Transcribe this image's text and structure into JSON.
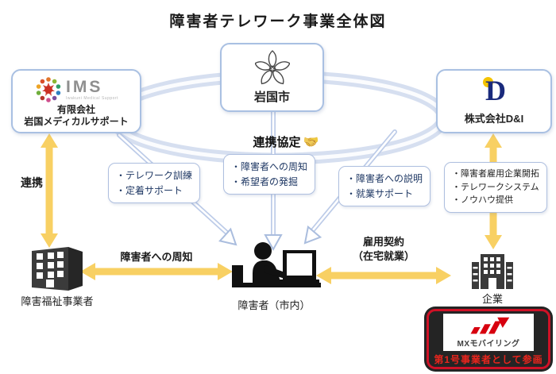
{
  "page": {
    "title": "障害者テレワーク事業全体図"
  },
  "partners": {
    "city": {
      "name": "岩国市"
    },
    "ims": {
      "logo": "IMS",
      "logo_caption": "Iwakuni Medical Support",
      "line1": "有限会社",
      "line2": "岩国メディカルサポート"
    },
    "di": {
      "logo_letter": "D",
      "name": "株式会社D&I"
    }
  },
  "center": {
    "partnership_label": "連携協定",
    "handshake_icon": "🤝"
  },
  "task_boxes": {
    "ims": [
      "・テレワーク訓練",
      "・定着サポート"
    ],
    "city": [
      "・障害者への周知",
      "・希望者の発掘"
    ],
    "di": [
      "・障害者への説明",
      "・就業サポート"
    ],
    "company": [
      "・障害者雇用企業開拓",
      "・テレワークシステム",
      "・ノウハウ提供"
    ]
  },
  "arrows": {
    "cooperation": "連携",
    "notify": "障害者への周知",
    "employment_line1": "雇用契約",
    "employment_line2": "（在宅就業）"
  },
  "entities": {
    "welfare": "障害福祉事業者",
    "person": "障害者（市内）",
    "company": "企業"
  },
  "footer": {
    "brand": "MXモバイリング",
    "caption": "第1号事業者として参画"
  },
  "colors": {
    "arrow_yellow": "#F8D063",
    "connector_blue": "#BCCBE8",
    "box_border_blue": "#A9C0E2",
    "task_text_navy": "#1F3864",
    "brand_red": "#D7000F",
    "di_navy": "#1A2A7C",
    "di_yellow": "#F5C400",
    "footer_bg": "#242424",
    "footer_red": "#E8251D"
  }
}
